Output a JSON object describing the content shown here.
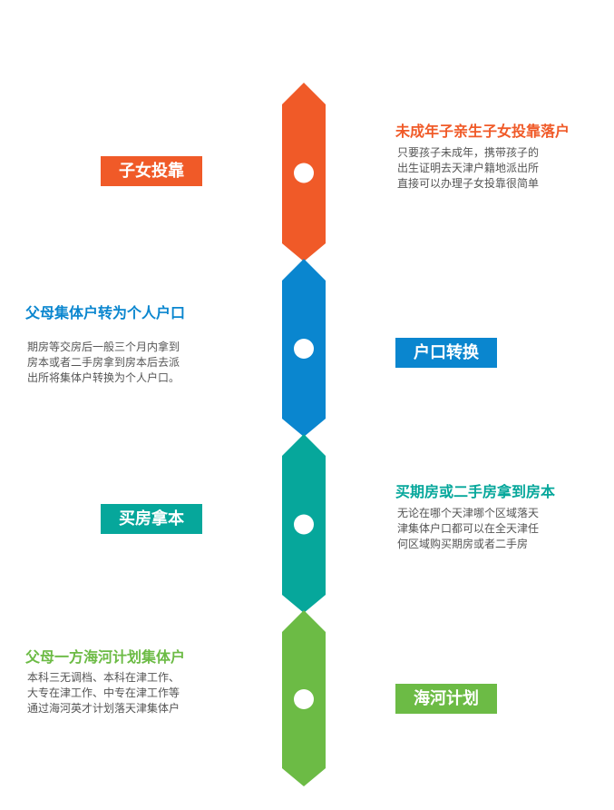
{
  "colors": {
    "orange": "#f05a28",
    "blue": "#0a86cf",
    "teal": "#06a79b",
    "green": "#6cbb45"
  },
  "steps": [
    {
      "tag": "子女投靠",
      "title": "未成年子亲生子女投靠落户",
      "desc": [
        "只要孩子未成年，携带孩子的",
        "出生证明去天津户籍地派出所",
        "直接可以办理子女投靠很简单"
      ],
      "color": "#f05a28"
    },
    {
      "tag": "户口转换",
      "title": "父母集体户转为个人户口",
      "desc": [
        "期房等交房后一般三个月内拿到",
        "房本或者二手房拿到房本后去派",
        "出所将集体户转换为个人户口。"
      ],
      "color": "#0a86cf"
    },
    {
      "tag": "买房拿本",
      "title": "买期房或二手房拿到房本",
      "desc": [
        "无论在哪个天津哪个区域落天",
        "津集体户口都可以在全天津任",
        "何区域购买期房或者二手房"
      ],
      "color": "#06a79b"
    },
    {
      "tag": "海河计划",
      "title": "父母一方海河计划集体户",
      "desc": [
        "本科三无调档、本科在津工作、",
        "大专在津工作、中专在津工作等",
        "通过海河英才计划落天津集体户"
      ],
      "color": "#6cbb45"
    }
  ]
}
